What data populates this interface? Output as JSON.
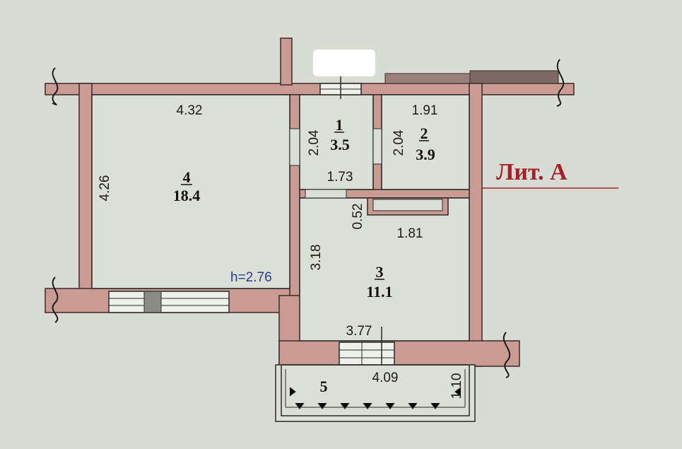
{
  "title": "Лит. А",
  "ceiling_height": "h=2.76",
  "rooms": [
    {
      "number": "4",
      "area": "18.4"
    },
    {
      "number": "1",
      "area": "3.5"
    },
    {
      "number": "2",
      "area": "3.9"
    },
    {
      "number": "3",
      "area": "11.1"
    },
    {
      "number": "5"
    }
  ],
  "dimensions": {
    "room4_width": "4.32",
    "room4_height": "4.26",
    "room1_height": "2.04",
    "room1_width": "1.73",
    "room2_width": "1.91",
    "room2_height": "2.04",
    "room3_top_gap": "0.52",
    "room3_niche": "1.81",
    "room3_height": "3.18",
    "room3_width": "3.77",
    "balcony_width": "4.09",
    "balcony_depth": "1.10"
  },
  "colors": {
    "wall": "#c99b92",
    "accent": "#a51f2a",
    "background": "#d8dcd2"
  }
}
